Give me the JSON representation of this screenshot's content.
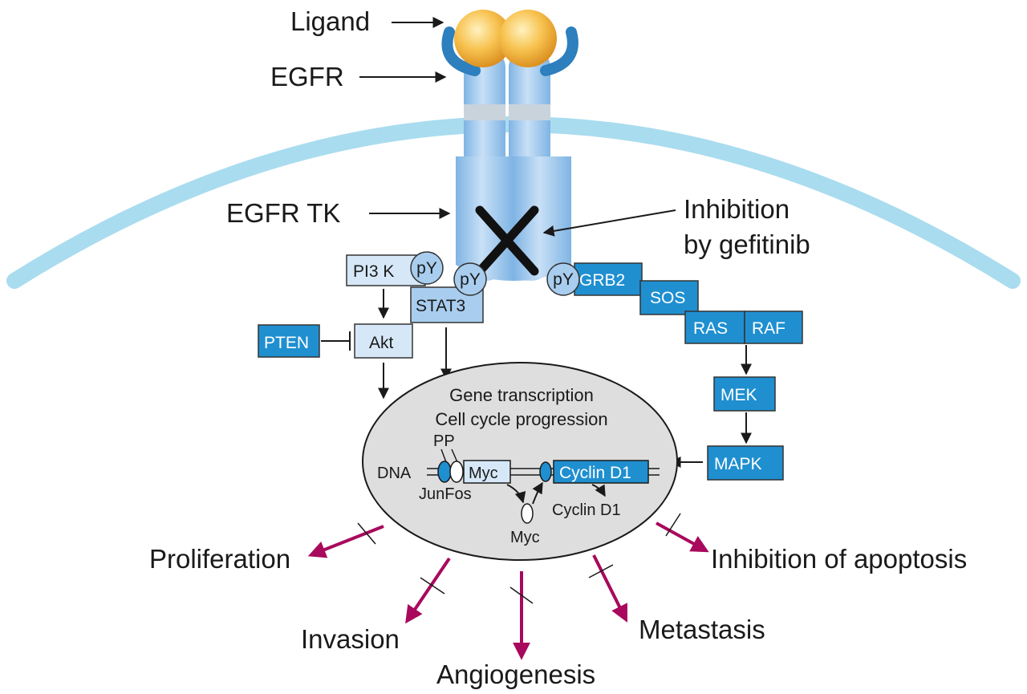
{
  "labels": {
    "ligand": "Ligand",
    "egfr": "EGFR",
    "egfr_tk": "EGFR TK",
    "inhibition_line1": "Inhibition",
    "inhibition_line2": "by gefitinib"
  },
  "proteins": {
    "pi3k": "PI3 K",
    "py": "pY",
    "stat3": "STAT3",
    "pten": "PTEN",
    "akt": "Akt",
    "grb2": "GRB2",
    "sos": "SOS",
    "ras": "RAS",
    "raf": "RAF",
    "mek": "MEK",
    "mapk": "MAPK"
  },
  "nucleus": {
    "line1": "Gene transcription",
    "line2": "Cell cycle progression",
    "pp": "PP",
    "dna": "DNA",
    "myc_box": "Myc",
    "cyclin_box": "Cyclin D1",
    "junfos": "JunFos",
    "myc_free": "Myc",
    "cyclin_free": "Cyclin D1"
  },
  "outcomes": {
    "proliferation": "Proliferation",
    "invasion": "Invasion",
    "angiogenesis": "Angiogenesis",
    "metastasis": "Metastasis",
    "apoptosis": "Inhibition of apoptosis"
  },
  "colors": {
    "membrane": "#a9dcef",
    "receptor": "#a8cdee",
    "ligand": "#f4b23e",
    "activated_protein": "#1f8fd0",
    "light_protein": "#d6e8f8",
    "nucleus": "#dedede",
    "blocked_arrow": "#a8095c"
  }
}
